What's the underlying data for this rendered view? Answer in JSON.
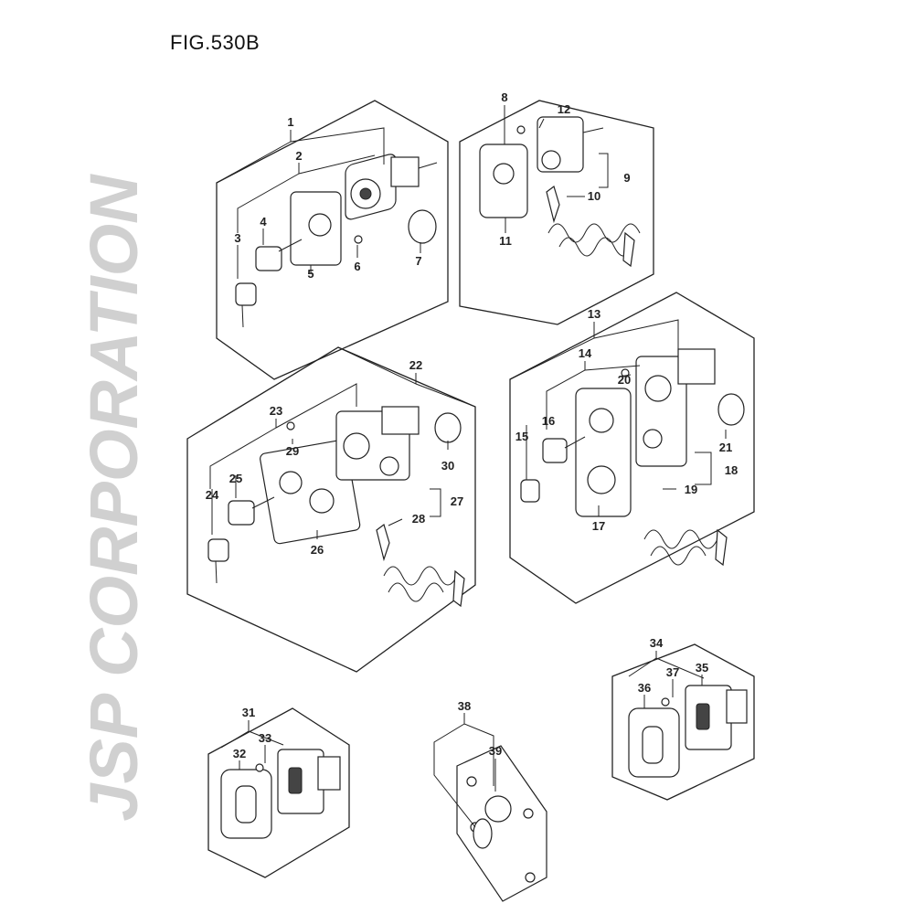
{
  "figure": {
    "title": "FIG.530B"
  },
  "watermark": {
    "text": "JSP CORPORATION"
  },
  "callouts": [
    "1",
    "2",
    "3",
    "4",
    "5",
    "6",
    "7",
    "8",
    "9",
    "10",
    "11",
    "12",
    "13",
    "14",
    "15",
    "16",
    "17",
    "18",
    "19",
    "20",
    "21",
    "22",
    "23",
    "24",
    "25",
    "26",
    "27",
    "28",
    "29",
    "30",
    "31",
    "32",
    "33",
    "34",
    "35",
    "36",
    "37",
    "38",
    "39"
  ]
}
